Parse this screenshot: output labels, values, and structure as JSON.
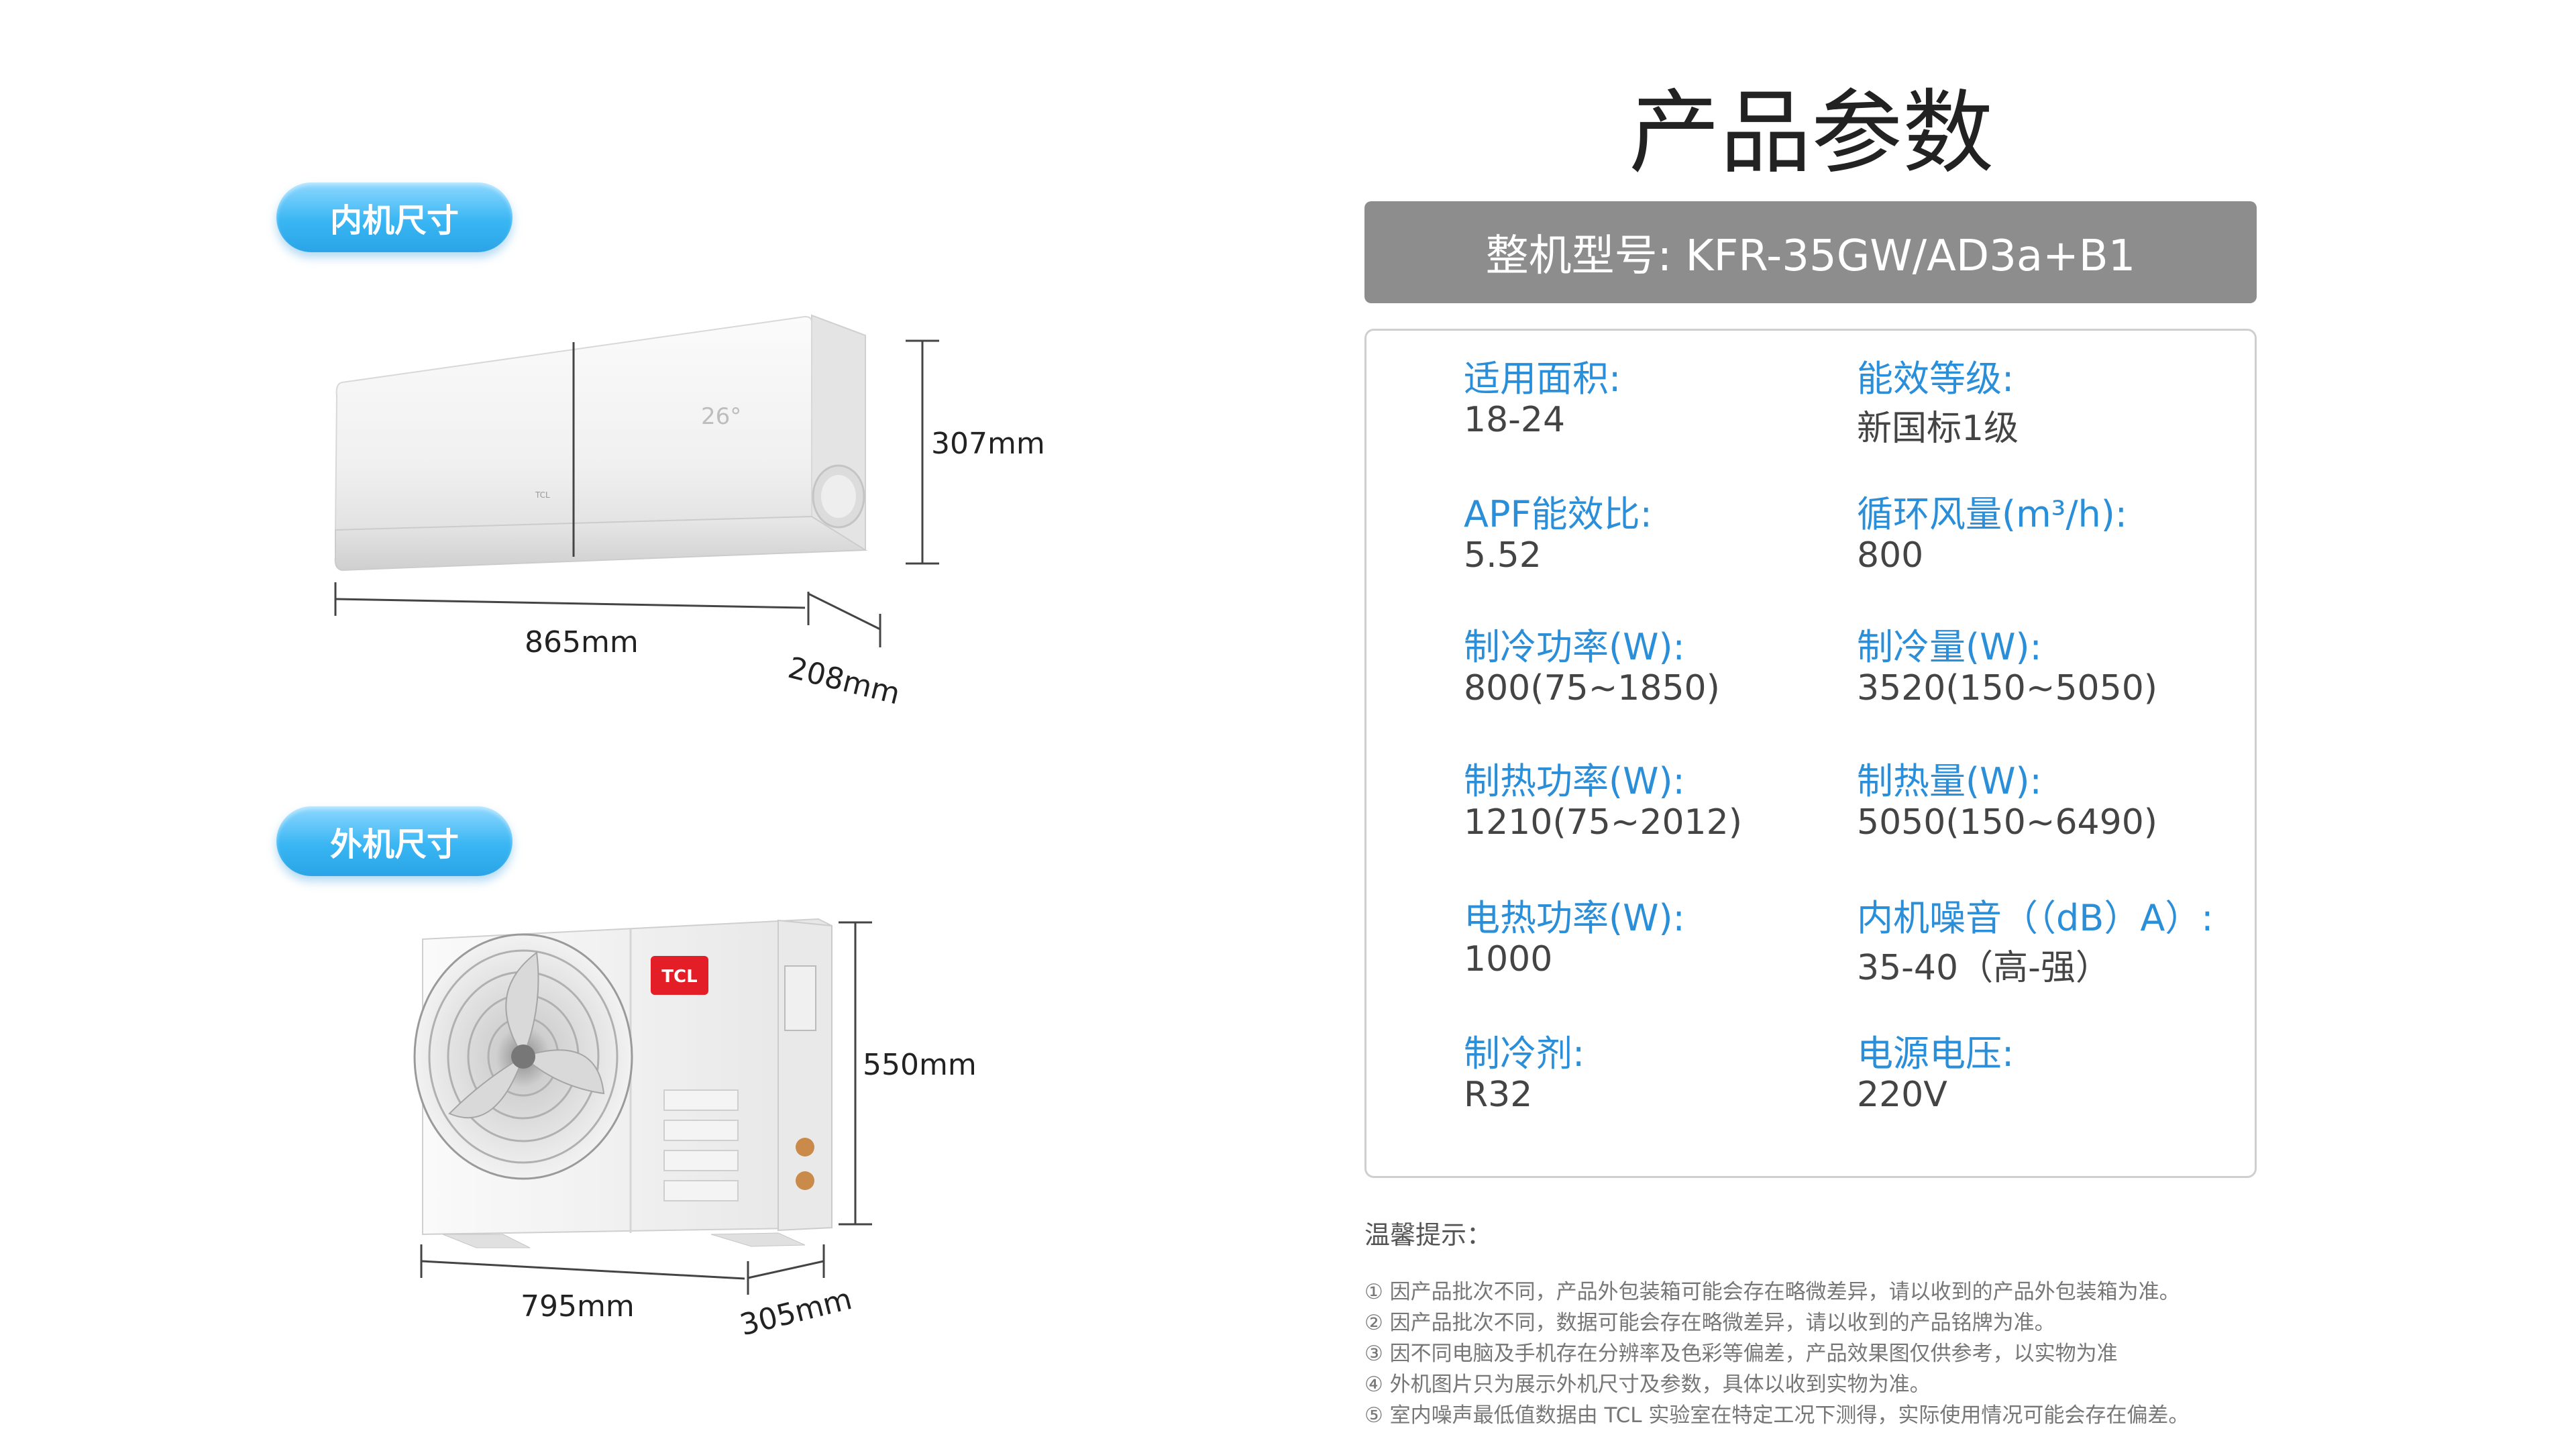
{
  "indoor": {
    "pill_label": "内机尺寸",
    "height_label": "307mm",
    "width_label": "865mm",
    "depth_label": "208mm",
    "display_reading": "26°",
    "brand": "TCL"
  },
  "outdoor": {
    "pill_label": "外机尺寸",
    "height_label": "550mm",
    "width_label": "795mm",
    "depth_label": "305mm",
    "brand": "TCL"
  },
  "params": {
    "title": "产品参数",
    "model": "整机型号: KFR-35GW/AD3a+B1",
    "specs": [
      {
        "label": "适用面积:",
        "value": "18-24"
      },
      {
        "label": "能效等级:",
        "value": "新国标1级"
      },
      {
        "label": "APF能效比:",
        "value": "5.52"
      },
      {
        "label": "循环风量(m³/h):",
        "value": "800"
      },
      {
        "label": "制冷功率(W):",
        "value": "800(75~1850)"
      },
      {
        "label": "制冷量(W):",
        "value": "3520(150~5050)"
      },
      {
        "label": "制热功率(W):",
        "value": "1210(75~2012)"
      },
      {
        "label": "制热量(W):",
        "value": "5050(150~6490)"
      },
      {
        "label": "电热功率(W):",
        "value": "1000"
      },
      {
        "label": "内机噪音（（dB）A）:",
        "value": "35-40（高-强）"
      },
      {
        "label": "制冷剂:",
        "value": "R32"
      },
      {
        "label": "电源电压:",
        "value": "220V"
      }
    ]
  },
  "tips": {
    "title": "温馨提示：",
    "lines": [
      "① 因产品批次不同，产品外包装箱可能会存在略微差异，请以收到的产品外包装箱为准。",
      "② 因产品批次不同，数据可能会存在略微差异，请以收到的产品铭牌为准。",
      "③ 因不同电脑及手机存在分辨率及色彩等偏差，产品效果图仅供参考，以实物为准",
      "④ 外机图片只为展示外机尺寸及参数，具体以收到实物为准。",
      "⑤ 室内噪声最低值数据由 TCL 实验室在特定工况下测得，实际使用情况可能会存在偏差。"
    ]
  }
}
